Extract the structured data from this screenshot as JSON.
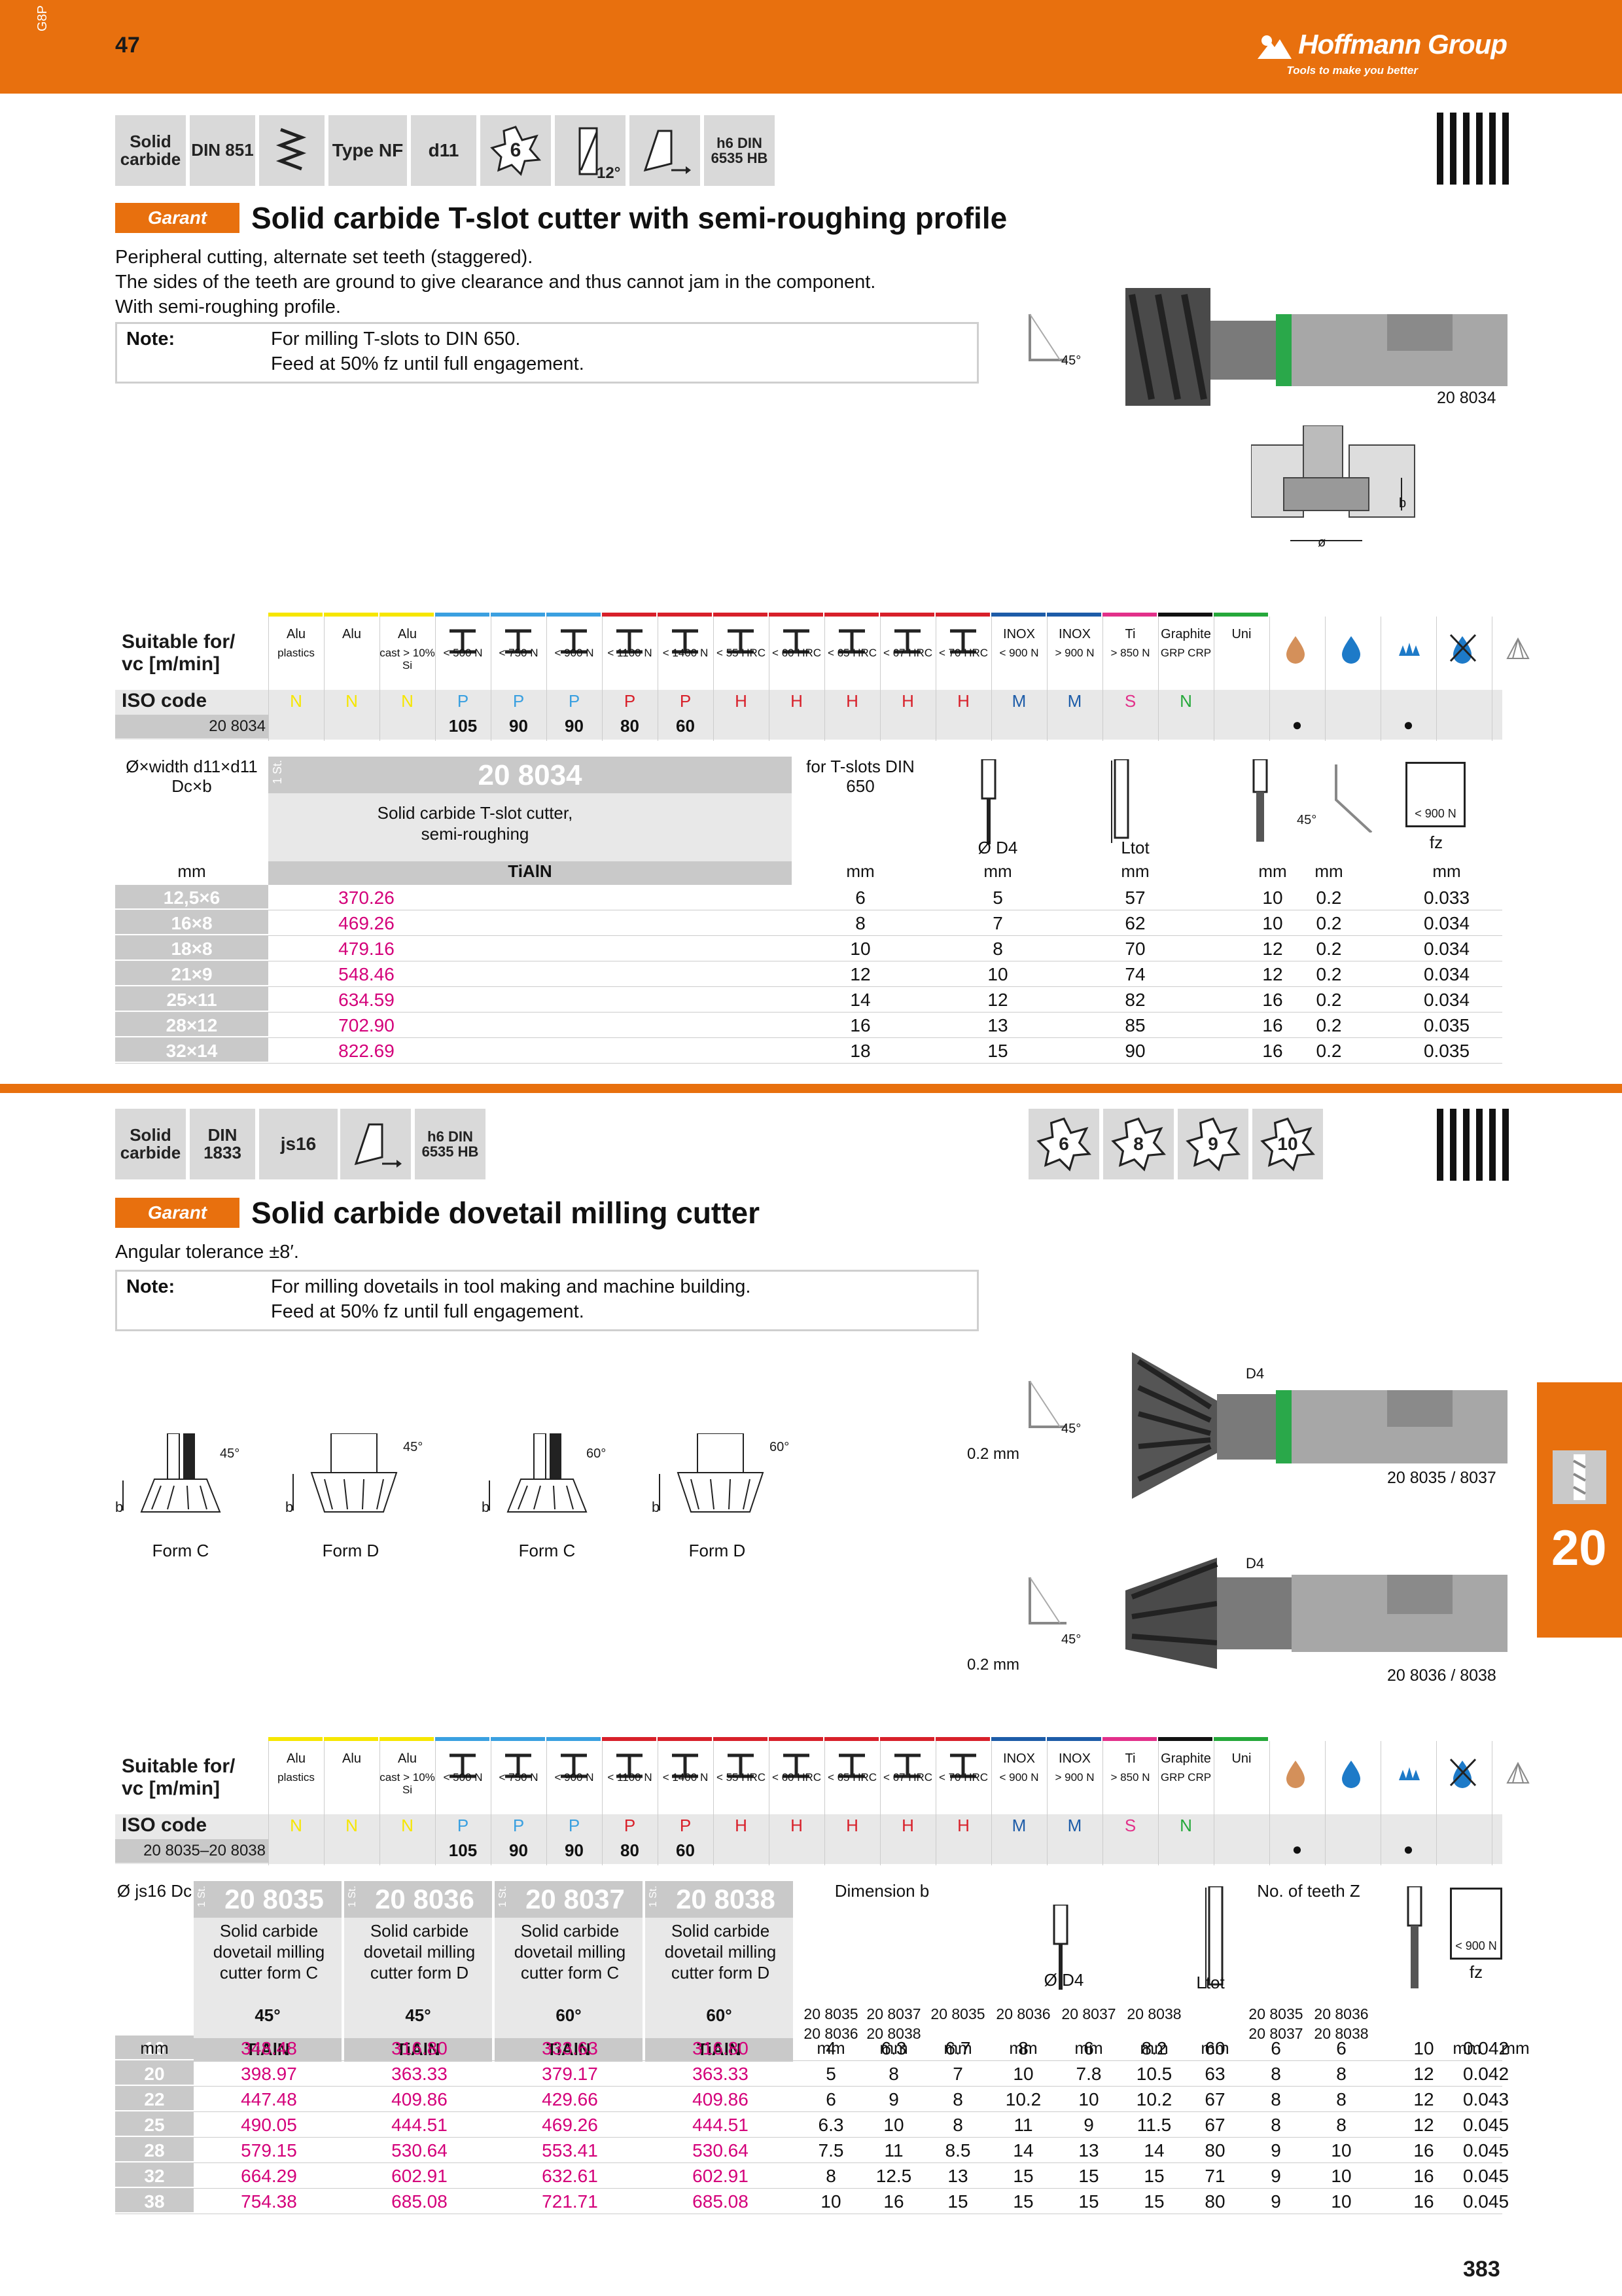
{
  "header": {
    "tag": "G8P",
    "page_top": "47",
    "brand": "Hoffmann Group",
    "slogan": "Tools to make you better"
  },
  "page_number": "383",
  "side_tab": "20",
  "product1": {
    "chips": [
      "Solid carbide",
      "DIN 851",
      "Type NF",
      "d11",
      "6",
      "12°",
      "h6 DIN 6535 HB"
    ],
    "brand_badge": "Garant",
    "title": "Solid carbide T-slot cutter with semi-roughing profile",
    "desc": [
      "Peripheral cutting, alternate set teeth (staggered).",
      "The sides of the teeth are ground to give clearance  and thus cannot jam in the component.",
      "With semi-roughing profile."
    ],
    "note_key": "Note:",
    "note_lines": [
      "For milling T-slots to DIN 650.",
      "Feed at 50% fz until full engagement."
    ],
    "angle": "45°",
    "art_label": "20 8034",
    "diam_symbol": "ø",
    "b_label": "b",
    "suit": {
      "label1": "Suitable for/",
      "label2": "vc [m/min]",
      "iso_label": "ISO code",
      "art": "20 8034",
      "cols": [
        {
          "top": "Alu",
          "sub": "plastics",
          "c": "#f6e600",
          "iso": "N"
        },
        {
          "top": "Alu",
          "sub": "",
          "c": "#f6e600",
          "iso": "N"
        },
        {
          "top": "Alu",
          "sub": "cast > 10% Si",
          "c": "#f6e600",
          "iso": "N"
        },
        {
          "top": "",
          "sub": "< 500 N",
          "c": "#3aa0e0",
          "iso": "P"
        },
        {
          "top": "",
          "sub": "< 750 N",
          "c": "#3aa0e0",
          "iso": "P"
        },
        {
          "top": "",
          "sub": "< 900 N",
          "c": "#3aa0e0",
          "iso": "P"
        },
        {
          "top": "",
          "sub": "< 1100 N",
          "c": "#d8202a",
          "iso": "P"
        },
        {
          "top": "",
          "sub": "< 1400 N",
          "c": "#d8202a",
          "iso": "P"
        },
        {
          "top": "",
          "sub": "< 55 HRC",
          "c": "#d8202a",
          "iso": "H"
        },
        {
          "top": "",
          "sub": "< 60 HRC",
          "c": "#d8202a",
          "iso": "H"
        },
        {
          "top": "",
          "sub": "< 65 HRC",
          "c": "#d8202a",
          "iso": "H"
        },
        {
          "top": "",
          "sub": "< 67 HRC",
          "c": "#d8202a",
          "iso": "H"
        },
        {
          "top": "",
          "sub": "< 70 HRC",
          "c": "#d8202a",
          "iso": "H"
        },
        {
          "top": "INOX",
          "sub": "< 900 N",
          "c": "#1d5ca8",
          "iso": "M"
        },
        {
          "top": "INOX",
          "sub": "> 900 N",
          "c": "#1d5ca8",
          "iso": "M"
        },
        {
          "top": "Ti",
          "sub": "> 850 N",
          "c": "#e2308a",
          "iso": "S"
        },
        {
          "top": "Graphite",
          "sub": "GRP CRP",
          "c": "#111111",
          "iso": "N"
        },
        {
          "top": "Uni",
          "sub": "",
          "c": "#25a83a",
          "iso": ""
        }
      ],
      "vals": [
        "",
        "",
        "",
        "105",
        "90",
        "90",
        "80",
        "60",
        "",
        "",
        "",
        "",
        "",
        "",
        "",
        "",
        "",
        ""
      ],
      "dots": [
        "●",
        "",
        "●",
        "",
        ""
      ]
    },
    "table": {
      "h_dim": "Ø×width d11×d11 Dc×b",
      "h_qty": "1 St.",
      "h_art": "20 8034",
      "h_name": "Solid carbide T-slot cutter, semi-roughing",
      "h_coat": "TiAlN",
      "h_slot": "for T-slots DIN 650",
      "h_d4": "Ø D4",
      "h_ltot": "Ltot",
      "h_angle": "45°",
      "h_fz_box": "< 900 N",
      "h_fz": "fz",
      "units": [
        "mm",
        "mm",
        "mm",
        "mm",
        "mm",
        "mm",
        "mm"
      ],
      "rows": [
        [
          "12,5×6",
          "370.26",
          "6",
          "5",
          "57",
          "10",
          "0.2",
          "0.033"
        ],
        [
          "16×8",
          "469.26",
          "8",
          "7",
          "62",
          "10",
          "0.2",
          "0.034"
        ],
        [
          "18×8",
          "479.16",
          "10",
          "8",
          "70",
          "12",
          "0.2",
          "0.034"
        ],
        [
          "21×9",
          "548.46",
          "12",
          "10",
          "74",
          "12",
          "0.2",
          "0.034"
        ],
        [
          "25×11",
          "634.59",
          "14",
          "12",
          "82",
          "16",
          "0.2",
          "0.034"
        ],
        [
          "28×12",
          "702.90",
          "16",
          "13",
          "85",
          "16",
          "0.2",
          "0.035"
        ],
        [
          "32×14",
          "822.69",
          "18",
          "15",
          "90",
          "16",
          "0.2",
          "0.035"
        ]
      ]
    }
  },
  "product2": {
    "chips": [
      "Solid carbide",
      "DIN 1833",
      "js16",
      "h6 DIN 6535 HB"
    ],
    "teeth": [
      "6",
      "8",
      "9",
      "10"
    ],
    "brand_badge": "Garant",
    "title": "Solid carbide dovetail milling cutter",
    "desc": [
      "Angular tolerance ±8′."
    ],
    "note_key": "Note:",
    "note_lines": [
      "For milling dovetails in tool making and machine building.",
      "Feed at 50% fz until full engagement."
    ],
    "forms": [
      {
        "label": "Form C",
        "angle": "45°"
      },
      {
        "label": "Form D",
        "angle": "45°"
      },
      {
        "label": "Form C",
        "angle": "60°"
      },
      {
        "label": "Form D",
        "angle": "60°"
      }
    ],
    "b_label": "b",
    "pic1": {
      "d4": "D4",
      "angle": "45°",
      "gap": "0.2 mm",
      "art": "20 8035 / 8037"
    },
    "pic2": {
      "d4": "D4",
      "angle": "45°",
      "gap": "0.2 mm",
      "art": "20 8036 / 8038"
    },
    "suit": {
      "label1": "Suitable for/",
      "label2": "vc [m/min]",
      "iso_label": "ISO code",
      "art": "20 8035–20 8038",
      "vals": [
        "",
        "",
        "",
        "105",
        "90",
        "90",
        "80",
        "60",
        "",
        "",
        "",
        "",
        "",
        "",
        "",
        "",
        "",
        ""
      ],
      "dots": [
        "●",
        "",
        "●",
        "",
        ""
      ]
    },
    "table": {
      "h_dim": "Ø js16 Dc",
      "h_qty": "1 St.",
      "arts": [
        "20 8035",
        "20 8036",
        "20 8037",
        "20 8038"
      ],
      "names": [
        "Solid carbide dovetail milling cutter form C",
        "Solid carbide dovetail milling cutter form D",
        "Solid carbide dovetail milling cutter form C",
        "Solid carbide dovetail milling cutter form D"
      ],
      "angles": [
        "45°",
        "45°",
        "60°",
        "60°"
      ],
      "coat": "TiAlN",
      "h_dimb": "Dimension b",
      "h_d4": "Ø D4",
      "h_ltot": "Ltot",
      "h_teeth": "No. of teeth Z",
      "h_fz_box": "< 900 N",
      "h_fz": "fz",
      "sub_b": [
        "20 8035 20 8036",
        "20 8037 20 8038"
      ],
      "sub_d4": [
        "20 8035",
        "20 8036",
        "20 8037",
        "20 8038"
      ],
      "sub_z": [
        "20 8035 20 8037",
        "20 8036 20 8038"
      ],
      "unit": "mm",
      "rows": [
        [
          "16",
          "348.48",
          "316.80",
          "333.63",
          "316.80",
          "4",
          "6.3",
          "6.7",
          "8",
          "6",
          "8.2",
          "60",
          "6",
          "6",
          "10",
          "0.042"
        ],
        [
          "20",
          "398.97",
          "363.33",
          "379.17",
          "363.33",
          "5",
          "8",
          "7",
          "10",
          "7.8",
          "10.5",
          "63",
          "8",
          "8",
          "12",
          "0.042"
        ],
        [
          "22",
          "447.48",
          "409.86",
          "429.66",
          "409.86",
          "6",
          "9",
          "8",
          "10.2",
          "10",
          "10.2",
          "67",
          "8",
          "8",
          "12",
          "0.043"
        ],
        [
          "25",
          "490.05",
          "444.51",
          "469.26",
          "444.51",
          "6.3",
          "10",
          "8",
          "11",
          "9",
          "11.5",
          "67",
          "8",
          "8",
          "12",
          "0.045"
        ],
        [
          "28",
          "579.15",
          "530.64",
          "553.41",
          "530.64",
          "7.5",
          "11",
          "8.5",
          "14",
          "13",
          "14",
          "80",
          "9",
          "10",
          "16",
          "0.045"
        ],
        [
          "32",
          "664.29",
          "602.91",
          "632.61",
          "602.91",
          "8",
          "12.5",
          "13",
          "15",
          "15",
          "15",
          "71",
          "9",
          "10",
          "16",
          "0.045"
        ],
        [
          "38",
          "754.38",
          "685.08",
          "721.71",
          "685.08",
          "10",
          "16",
          "15",
          "15",
          "15",
          "15",
          "80",
          "9",
          "10",
          "16",
          "0.045"
        ]
      ]
    }
  }
}
